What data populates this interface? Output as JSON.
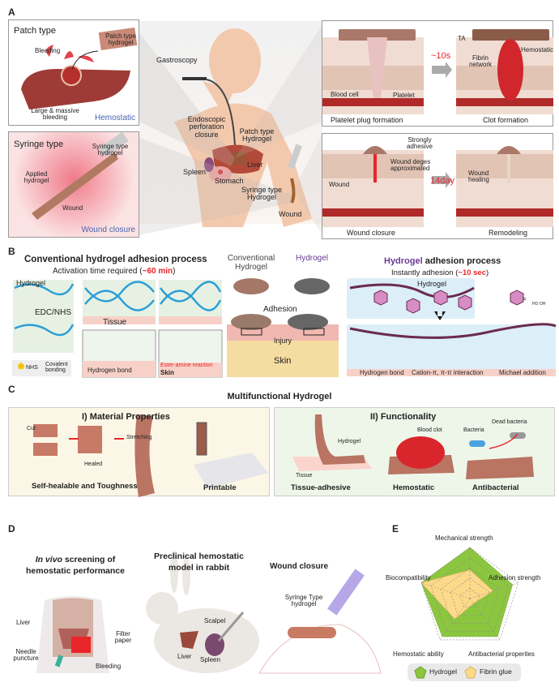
{
  "panel_labels": {
    "a": "A",
    "b": "B",
    "c": "C",
    "d": "D",
    "e": "E"
  },
  "panel_a": {
    "patch": {
      "title": "Patch type",
      "hydrogel": "Patch type hydrogel",
      "bleeding": "Bleeding",
      "large": "Large & massive bleeding",
      "tag": "Hemostatic"
    },
    "syringe": {
      "title": "Syringe type",
      "hydrogel": "Syringe type hydrogel",
      "applied": "Applied hydrogel",
      "wound": "Wound",
      "tag": "Wound closure"
    },
    "body": {
      "gastroscopy": "Gastroscopy",
      "endoscopic": "Endoscopic perforation closure",
      "patch": "Patch type Hydrogel",
      "liver": "Liver",
      "spleen": "Spleen",
      "stomach": "Stomach",
      "syringe": "Syringe type Hydrogel",
      "wound": "Wound"
    },
    "hemostasis": {
      "blood_cell": "Blood cell",
      "platelet": "Platelet",
      "time": "~10s",
      "ta": "TA",
      "fibrin": "Fibrin network",
      "hemostatic": "Hemostatic",
      "caption1": "Platelet plug formation",
      "caption2": "Clot formation"
    },
    "healing": {
      "strongly": "Strongly adhesive",
      "edges": "Wound deges approximated",
      "wound": "Wound",
      "time": "14day",
      "healing": "Wound healing",
      "caption1": "Wound closure",
      "caption2": "Remodeling"
    }
  },
  "panel_b": {
    "conv_title": "Conventional hydrogel adhesion process",
    "activation": "Activation time required (",
    "activation_time": "~60 min",
    "close_paren": ")",
    "hydrogel": "Hydrogel",
    "edc": "EDC/NHS",
    "tissue": "Tissue",
    "nhs": "NHS",
    "covalent": "Covalent bonding",
    "hbond": "Hydrogen bond",
    "ester": "Ester-amine reaction",
    "skin_label": "Skin",
    "conventional_hydrogel": "Conventional Hydrogel",
    "hydrogel_top": "Hydrogel",
    "adhesion": "Adhesion",
    "injury": "Injury",
    "skin": "Skin",
    "new_title_1": "Hydrogel",
    "new_title_2": " adhesion process",
    "instantly": "Instantly adhesion (",
    "instantly_time": "~10 sec",
    "mech": [
      "Hydrogen bond",
      "Cation-π, π-π interaction",
      "Michael addition"
    ],
    "catechol": "HO OH",
    "equals": "="
  },
  "panel_c": {
    "title": "Multifunctional Hydrogel",
    "material": {
      "title": "I) Material Properties",
      "cut": "Cut",
      "healed": "Healed",
      "stretching": "Stretching",
      "cap1": "Self-healable and Toughness",
      "cap2": "Printable"
    },
    "function": {
      "title": "II) Functionality",
      "hydrogel": "Hydrogel",
      "tissue": "Tissue",
      "blood_clot": "Blood clot",
      "bacteria": "Bacteria",
      "dead": "Dead bacteria",
      "cap1": "Tissue-adhesive",
      "cap2": "Hemostatic",
      "cap3": "Antibacterial"
    }
  },
  "panel_d": {
    "s1_title_em": "In vivo",
    "s1_title": " screening of",
    "s1_title2": "hemostatic performance",
    "liver": "Liver",
    "filter": "Filter paper",
    "needle": "Needle puncture",
    "bleeding": "Bleeding",
    "s2_title": "Preclinical hemostatic model in rabbit",
    "scalpel": "Scalpel",
    "liver2": "Liver",
    "spleen": "Spleen",
    "s3_title": "Wound closure",
    "syringe": "Syringe Type hydrogel"
  },
  "chart_data": {
    "type": "radar",
    "axes": [
      "Mechanical strength",
      "Adhesion strength",
      "Antibacterial properites",
      "Hemostatic ability",
      "Biocompatibility"
    ],
    "range": [
      0,
      5
    ],
    "rings": 5,
    "series": [
      {
        "name": "Hydrogel",
        "values": [
          5,
          4.4,
          4.6,
          4.6,
          5
        ],
        "color": "#8cc63f"
      },
      {
        "name": "Fibrin glue",
        "values": [
          2.8,
          2.4,
          0.6,
          2.5,
          5
        ],
        "color": "#fdd98a"
      }
    ],
    "legend": "bottom"
  },
  "colors": {
    "accent_red": "#e8252a",
    "purple": "#6a3a95",
    "tissue": "#c8806f",
    "blue_tag": "#4a64b0"
  }
}
